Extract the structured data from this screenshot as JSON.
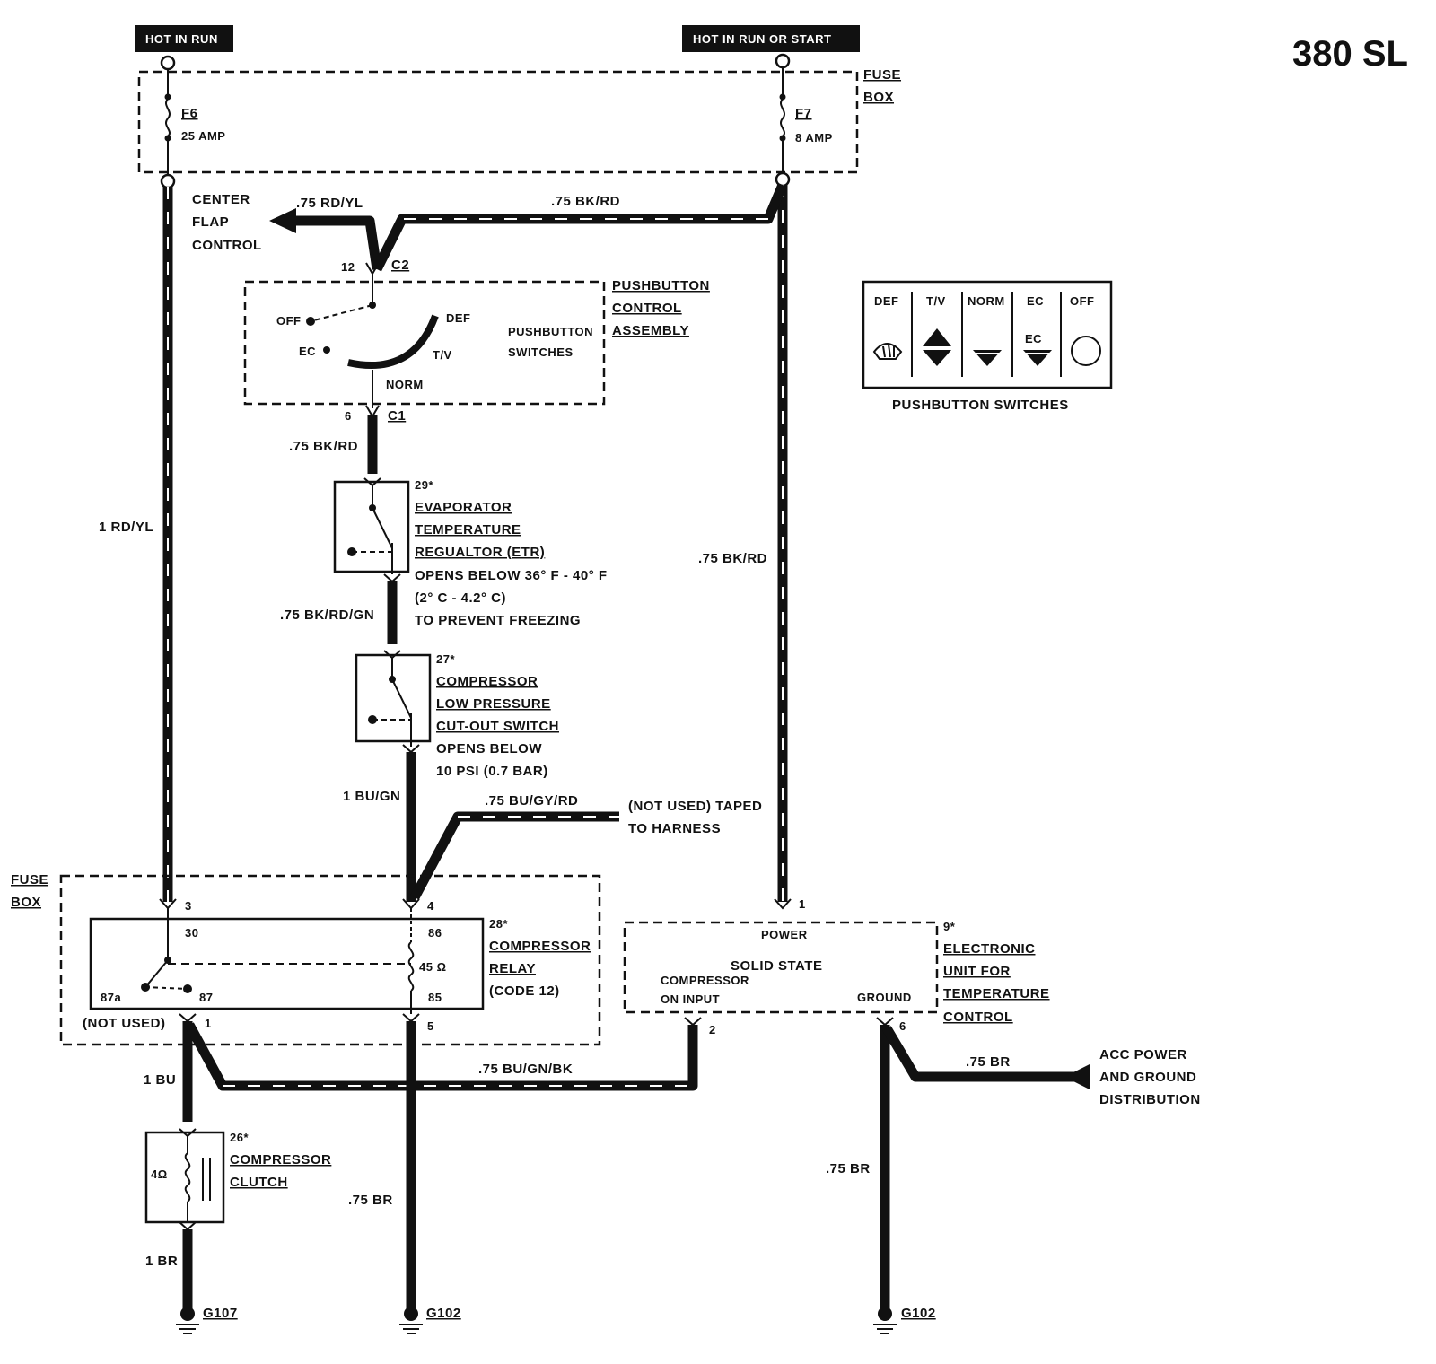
{
  "model": "380 SL",
  "sources": {
    "hot_in_run": "HOT IN RUN",
    "hot_in_run_or_start": "HOT IN RUN OR START"
  },
  "fuse_box_top": {
    "label_line1": "FUSE",
    "label_line2": "BOX"
  },
  "fuse_f6": {
    "name": "F6",
    "rating": "25 AMP"
  },
  "fuse_f7": {
    "name": "F7",
    "rating": "8 AMP"
  },
  "wires": {
    "rd_yl_75": ".75 RD/YL",
    "bk_rd_75_top": ".75 BK/RD",
    "rd_yl_1": "1 RD/YL",
    "bk_rd_75_right": ".75 BK/RD",
    "bk_rd_75_mid": ".75 BK/RD",
    "bk_rd_gn_75": ".75 BK/RD/GN",
    "bu_gn_1": "1 BU/GN",
    "bu_gy_rd_75": ".75 BU/GY/RD",
    "bu_1": "1 BU",
    "bu_gn_bk_75": ".75 BU/GN/BK",
    "br_1": "1 BR",
    "br_75_mid": ".75 BR",
    "br_75_right": ".75 BR",
    "br_75_acc": ".75 BR"
  },
  "center_flap": {
    "line1": "CENTER",
    "line2": "FLAP",
    "line3": "CONTROL"
  },
  "connectors": {
    "c2": "C2",
    "c1": "C1",
    "pin12": "12",
    "pin6": "6"
  },
  "pushbutton_assembly": {
    "title_line1": "PUSHBUTTON",
    "title_line2": "CONTROL",
    "title_line3": "ASSEMBLY",
    "switches_line1": "PUSHBUTTON",
    "switches_line2": "SWITCHES",
    "off": "OFF",
    "def": "DEF",
    "ec": "EC",
    "tv": "T/V",
    "norm": "NORM"
  },
  "pushbutton_panel": {
    "caption": "PUSHBUTTON SWITCHES",
    "buttons": [
      "DEF",
      "T/V",
      "NORM",
      "EC",
      "OFF"
    ],
    "ec_inner": "EC"
  },
  "etr": {
    "number": "29*",
    "title_line1": "EVAPORATOR",
    "title_line2": "TEMPERATURE",
    "title_line3": "REGUALTOR (ETR)",
    "note_line1": "OPENS BELOW 36° F - 40° F",
    "note_line2": "(2° C - 4.2° C)",
    "note_line3": "TO PREVENT FREEZING"
  },
  "lp_switch": {
    "number": "27*",
    "title_line1": "COMPRESSOR",
    "title_line2": "LOW PRESSURE",
    "title_line3": "CUT-OUT SWITCH",
    "note_line1": "OPENS BELOW",
    "note_line2": "10 PSI (0.7 BAR)"
  },
  "not_used_taped": {
    "line1": "(NOT USED) TAPED",
    "line2": "TO HARNESS"
  },
  "fuse_box_bottom": {
    "label_line1": "FUSE",
    "label_line2": "BOX"
  },
  "relay": {
    "number": "28*",
    "title_line1": "COMPRESSOR",
    "title_line2": "RELAY",
    "code": "(CODE 12)",
    "pin30": "30",
    "pin86": "86",
    "pin85": "85",
    "pin87a": "87a",
    "pin87": "87",
    "resistance": "45 Ω",
    "not_used": "(NOT USED)",
    "term3": "3",
    "term4": "4",
    "term1": "1",
    "term5": "5"
  },
  "electronic_unit": {
    "number": "9*",
    "title_line1": "ELECTRONIC",
    "title_line2": "UNIT FOR",
    "title_line3": "TEMPERATURE",
    "title_line4": "CONTROL",
    "power": "POWER",
    "solid_state": "SOLID STATE",
    "comp_line1": "COMPRESSOR",
    "comp_line2": "ON INPUT",
    "ground": "GROUND",
    "pin1": "1",
    "pin2": "2",
    "pin6": "6"
  },
  "acc": {
    "line1": "ACC POWER",
    "line2": "AND GROUND",
    "line3": "DISTRIBUTION"
  },
  "clutch": {
    "number": "26*",
    "title_line1": "COMPRESSOR",
    "title_line2": "CLUTCH",
    "resistance": "4Ω"
  },
  "grounds": {
    "g107": "G107",
    "g102_mid": "G102",
    "g102_right": "G102"
  }
}
